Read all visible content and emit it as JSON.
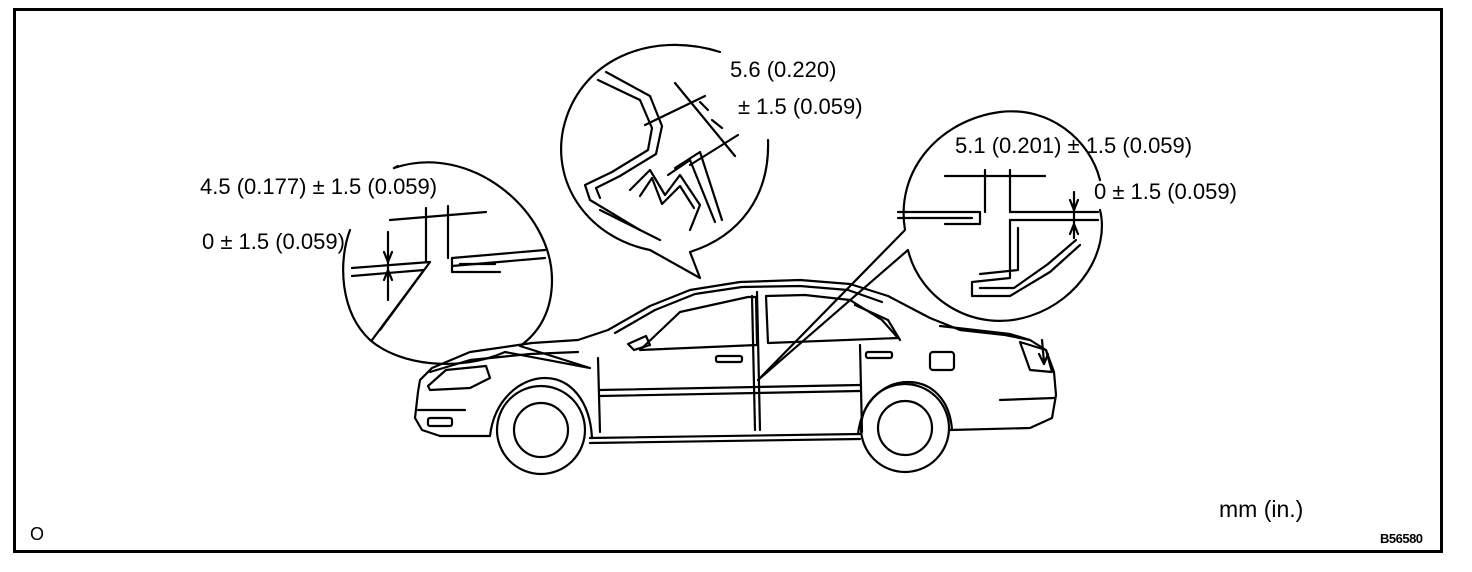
{
  "labels": {
    "front_gap": "4.5 (0.177) ± 1.5 (0.059)",
    "front_flush": "0 ± 1.5 (0.059)",
    "top_gap_line1": "5.6 (0.220)",
    "top_gap_line2": "± 1.5 (0.059)",
    "rear_gap": "5.1 (0.201) ± 1.5 (0.059)",
    "rear_flush": "0 ± 1.5 (0.059)",
    "units": "mm (in.)",
    "corner_mark": "O",
    "figure_code": "B56580"
  },
  "icons": [
    "sedan-side-view",
    "front-door-detail-callout",
    "front-door-top-detail-callout",
    "rear-door-detail-callout"
  ]
}
